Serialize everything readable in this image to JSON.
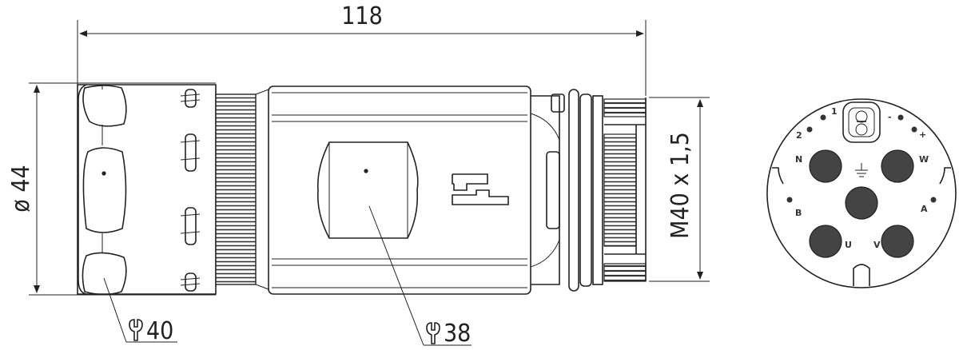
{
  "dimensions": {
    "overall_length": "118",
    "diameter": "ø 44",
    "thread": "M40 x 1,5",
    "wrench_large": "40",
    "wrench_small": "38"
  },
  "face_labels": {
    "pin_1": "1",
    "pin_2": "2",
    "pin_minus": "-",
    "pin_plus": "+",
    "pin_N": "N",
    "pin_W": "W",
    "pin_B": "B",
    "pin_A": "A",
    "pin_U": "U",
    "pin_V": "V"
  },
  "icons": {
    "wrench": "wrench-symbol",
    "ground": "earth-ground-symbol",
    "brand": "brand-logo"
  }
}
